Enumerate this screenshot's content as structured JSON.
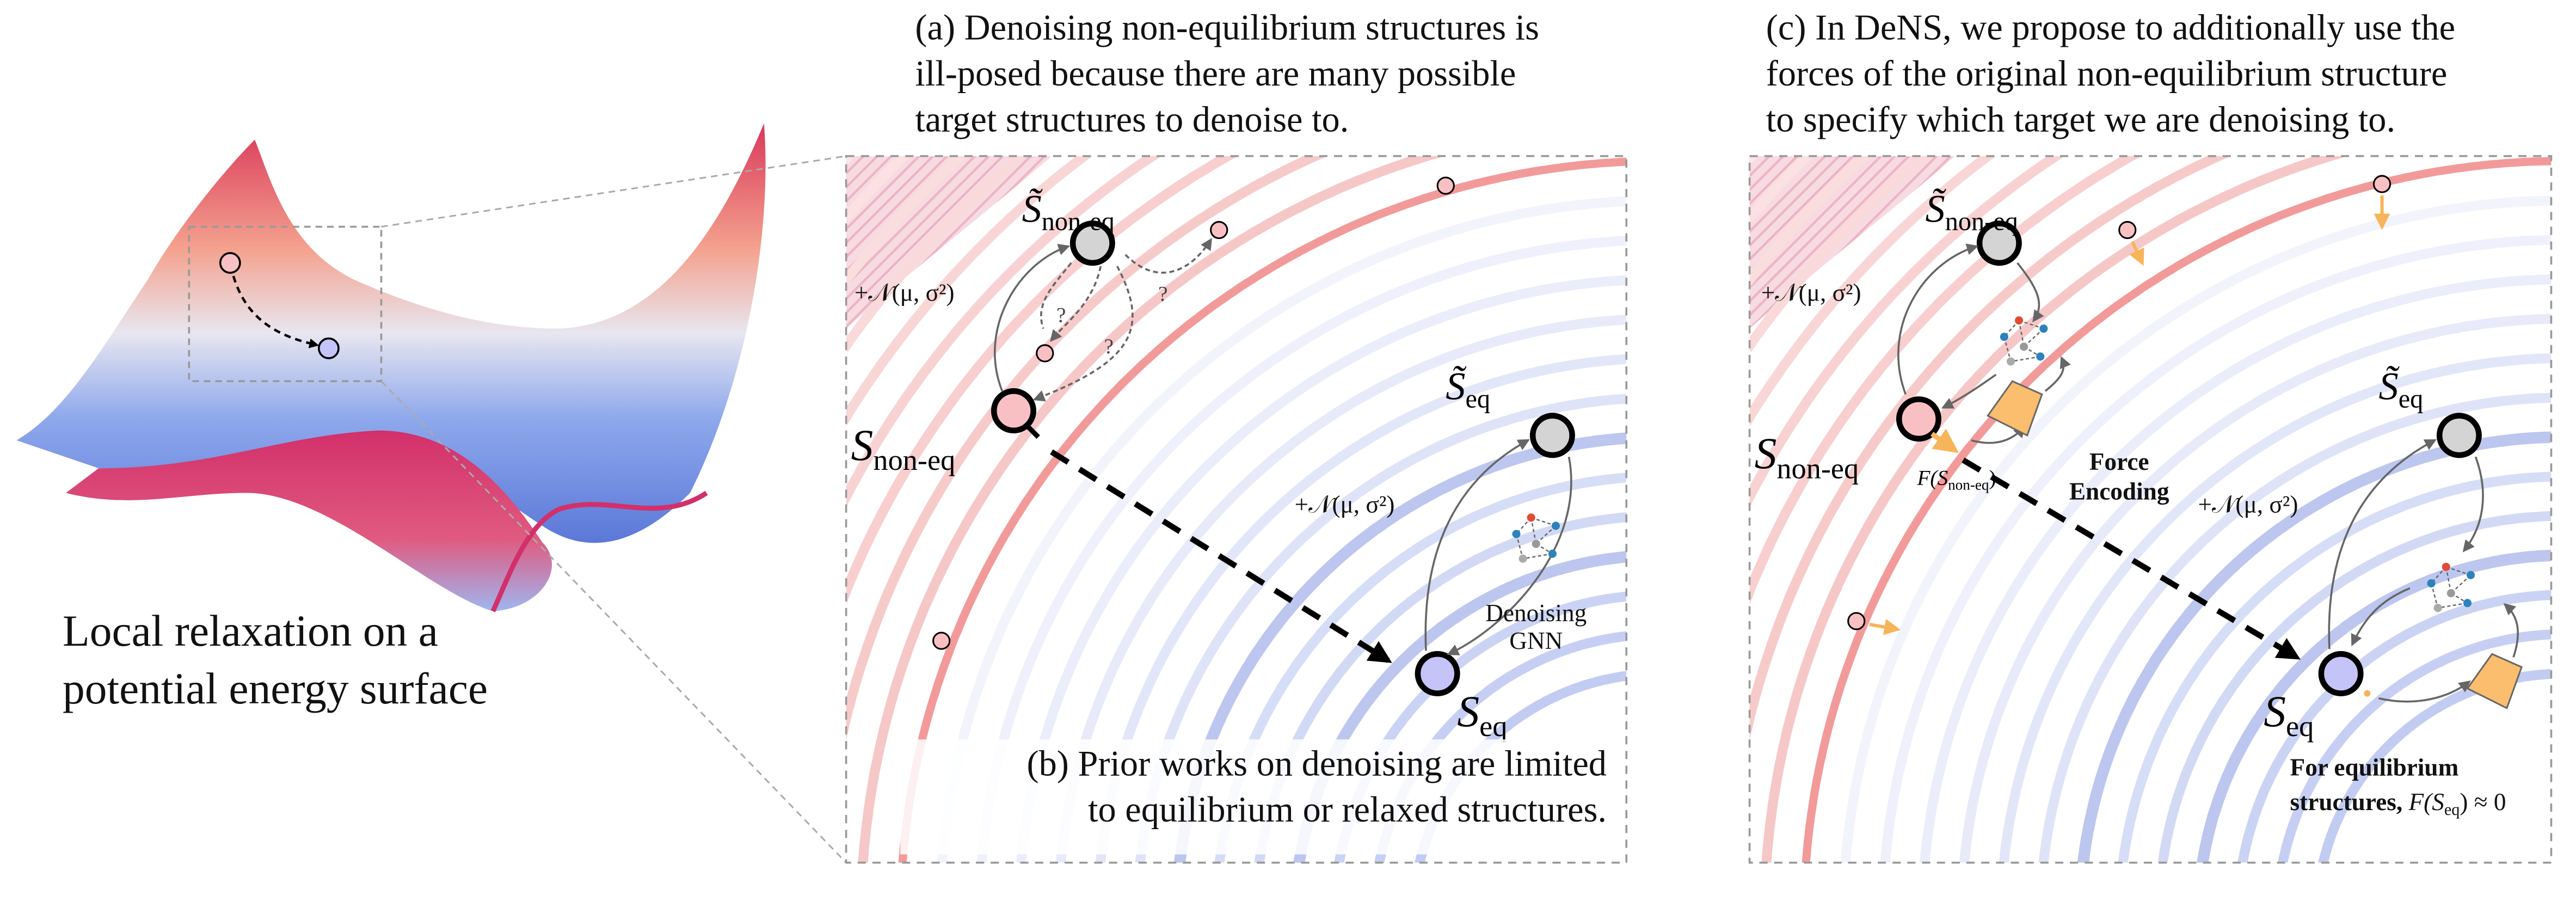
{
  "left": {
    "caption_lines": [
      "Local relaxation on a",
      "potential energy surface"
    ]
  },
  "panel_a": {
    "caption_lines": [
      "(a) Denoising non-equilibrium structures is",
      "ill-posed because there are many possible",
      "target structures to denoise to."
    ],
    "question_mark": "?"
  },
  "panel_b": {
    "caption_lines": [
      "(b) Prior works on denoising are limited",
      "to equilibrium or relaxed structures."
    ],
    "gnn_label_lines": [
      "Denoising",
      "GNN"
    ]
  },
  "panel_c": {
    "caption_lines": [
      "(c) In DeNS, we propose to additionally use the",
      "forces of the original non-equilibrium structure",
      "to specify which target we are denoising to."
    ],
    "force_encoding_lines": [
      "Force",
      "Encoding"
    ],
    "force_symbol": "F(",
    "close_paren": ")",
    "note_line1": "For equilibrium",
    "note_line2_prefix": "structures, ",
    "note_approx": ") ≈ 0"
  },
  "math": {
    "S": "S",
    "S_tilde": "S̃",
    "sub_noneq": "non-eq",
    "sub_eq": "eq",
    "noise": "+𝒩(μ, σ²)"
  },
  "colors": {
    "pink_node": "#f9c0c3",
    "gray_node": "#d4d4d4",
    "eq_node": "#c4c4f8",
    "encoder": "#fbbd6e",
    "red_contour": "#f29a9a",
    "blue_contour": "#c9d3f3"
  }
}
